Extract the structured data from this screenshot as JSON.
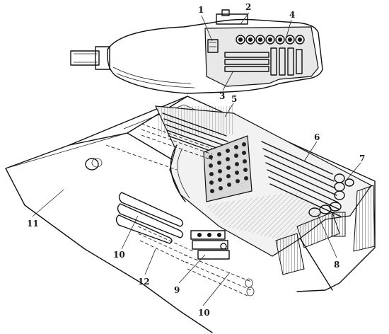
{
  "callouts": [
    {
      "id": "1",
      "text": "1"
    },
    {
      "id": "2",
      "text": "2"
    },
    {
      "id": "3",
      "text": "3"
    },
    {
      "id": "4",
      "text": "4"
    },
    {
      "id": "5",
      "text": "5"
    },
    {
      "id": "6",
      "text": "6"
    },
    {
      "id": "7",
      "text": "7"
    },
    {
      "id": "8",
      "text": "8"
    },
    {
      "id": "9",
      "text": "9"
    },
    {
      "id": "10a",
      "text": "10"
    },
    {
      "id": "10b",
      "text": "10"
    },
    {
      "id": "11",
      "text": "11"
    },
    {
      "id": "12",
      "text": "12"
    }
  ],
  "colors": {
    "ink": "#111111",
    "paper": "#ffffff",
    "shade": "#1a1a1a"
  }
}
